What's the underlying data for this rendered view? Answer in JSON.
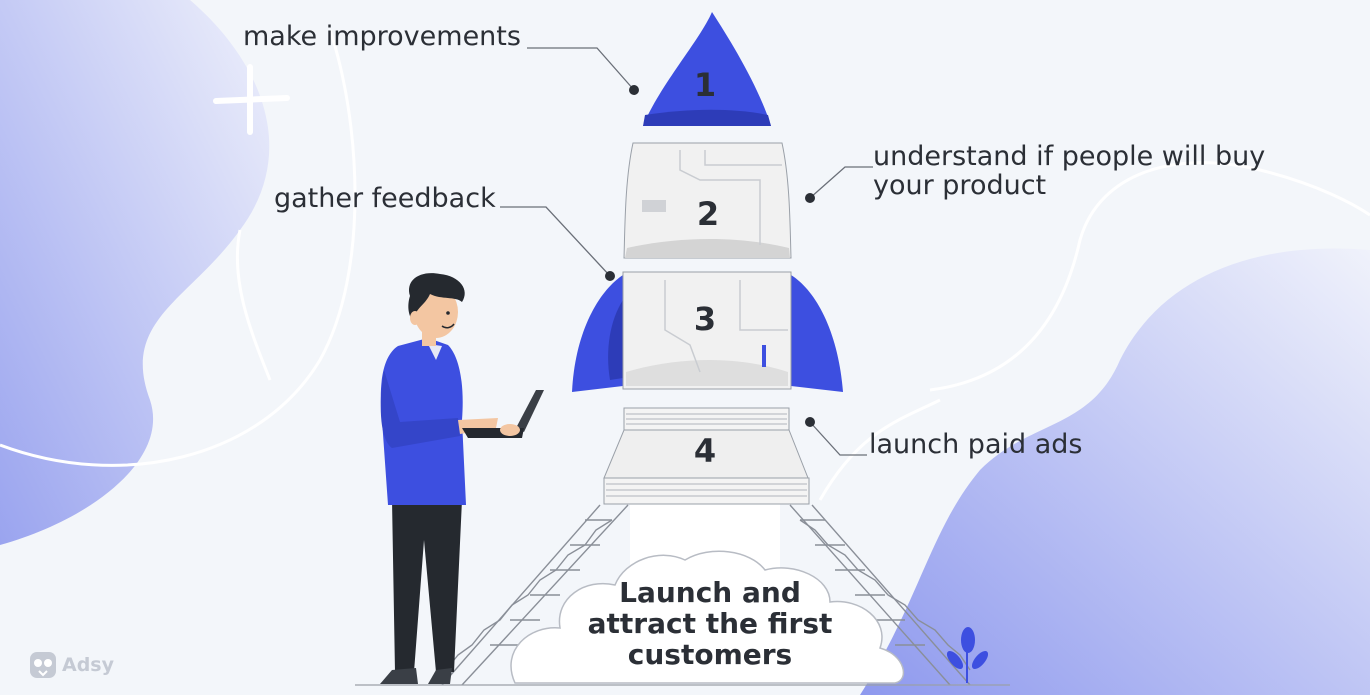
{
  "steps": {
    "step1": {
      "number": "1",
      "label": "make improvements"
    },
    "step2": {
      "number": "2",
      "label": "understand if people will buy\nyour product"
    },
    "step3": {
      "number": "3",
      "label": "gather feedback"
    },
    "step4": {
      "number": "4",
      "label": "launch paid ads"
    }
  },
  "launch": {
    "text": "Launch and attract the first customers"
  },
  "brand": {
    "name": "Adsy",
    "icon": "owl-logo-icon"
  },
  "colors": {
    "accent": "#3d4fe0",
    "background": "#f3f6fa",
    "blob": "#a9b2f2",
    "text": "#2b2f36",
    "rocket_body": "#f1f1f1"
  }
}
